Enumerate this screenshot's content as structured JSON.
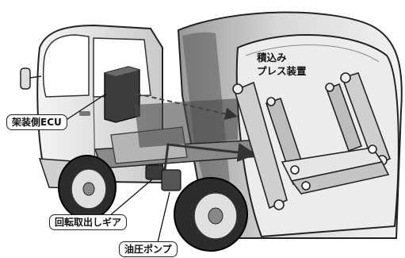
{
  "labels": {
    "ecu": "架装側ECU",
    "press_line1": "積込み",
    "press_line2": "プレス装置",
    "pto_gear": "回転取出しギア",
    "hydraulic_pump": "油圧ポンプ"
  }
}
